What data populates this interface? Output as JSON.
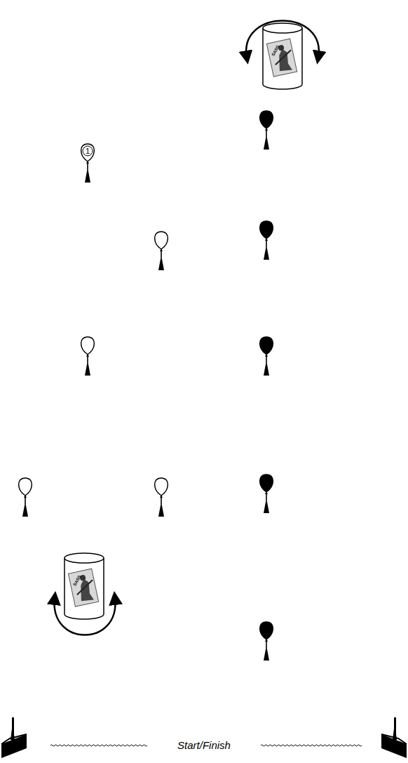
{
  "diagram": {
    "nodes": [
      {
        "text": [
          "1"
        ]
      }
    ],
    "labels": [
      "SASS",
      "SASS",
      "Start/Finish"
    ]
  }
}
